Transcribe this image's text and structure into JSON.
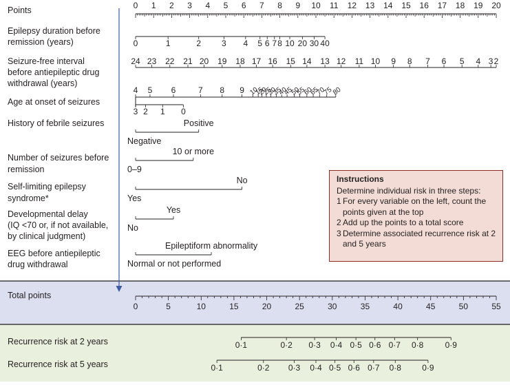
{
  "nomogram": {
    "rows": [
      {
        "key": "points",
        "label": [
          "Points"
        ]
      },
      {
        "key": "epilepsy_duration",
        "label": [
          "Epilepsy duration before",
          "remission (years)"
        ]
      },
      {
        "key": "seizure_free_interval",
        "label": [
          "Seizure-free interval",
          "before antiepileptic drug",
          "withdrawal (years)"
        ]
      },
      {
        "key": "age_at_onset",
        "label": [
          "Age at onset of seizures"
        ]
      },
      {
        "key": "febrile_seizures",
        "label": [
          "History of febrile seizures"
        ]
      },
      {
        "key": "number_of_seizures",
        "label": [
          "Number of seizures before",
          "remission"
        ]
      },
      {
        "key": "self_limiting",
        "label": [
          "Self-limiting epilepsy",
          "syndrome*"
        ]
      },
      {
        "key": "developmental_delay",
        "label": [
          "Developmental delay",
          "(IQ <70 or, if not available,",
          "by clinical judgment)"
        ]
      },
      {
        "key": "eeg",
        "label": [
          "EEG before antiepileptic",
          "drug  withdrawal"
        ]
      },
      {
        "key": "total_points",
        "label": [
          "Total points"
        ]
      },
      {
        "key": "risk_2y",
        "label": [
          "Recurrence risk at 2 years"
        ]
      },
      {
        "key": "risk_5y",
        "label": [
          "Recurrence risk at 5 years"
        ]
      }
    ],
    "points_scale": {
      "min": 0,
      "max": 20,
      "labels": [
        "0",
        "1",
        "2",
        "3",
        "4",
        "5",
        "6",
        "7",
        "8",
        "9",
        "10",
        "11",
        "12",
        "13",
        "14",
        "15",
        "16",
        "17",
        "18",
        "19",
        "20"
      ]
    },
    "epilepsy_duration_scale": [
      {
        "label": "0",
        "points": 0
      },
      {
        "label": "1",
        "points": 1.8
      },
      {
        "label": "2",
        "points": 3.5
      },
      {
        "label": "3",
        "points": 4.9
      },
      {
        "label": "4",
        "points": 6.1
      },
      {
        "label": "5",
        "points": 6.9
      },
      {
        "label": "6",
        "points": 7.3
      },
      {
        "label": "7",
        "points": 7.7
      },
      {
        "label": "8",
        "points": 8.0
      },
      {
        "label": "10",
        "points": 8.55
      },
      {
        "label": "20",
        "points": 9.25
      },
      {
        "label": "30",
        "points": 9.9
      },
      {
        "label": "40",
        "points": 10.5
      }
    ],
    "seizure_free_scale": [
      {
        "label": "24",
        "points": 0
      },
      {
        "label": "23",
        "points": 0.9
      },
      {
        "label": "22",
        "points": 1.9
      },
      {
        "label": "21",
        "points": 2.9
      },
      {
        "label": "20",
        "points": 3.8
      },
      {
        "label": "19",
        "points": 4.8
      },
      {
        "label": "18",
        "points": 5.8
      },
      {
        "label": "17",
        "points": 6.7
      },
      {
        "label": "16",
        "points": 7.6
      },
      {
        "label": "15",
        "points": 8.6
      },
      {
        "label": "14",
        "points": 9.5
      },
      {
        "label": "13",
        "points": 10.5
      },
      {
        "label": "12",
        "points": 11.4
      },
      {
        "label": "11",
        "points": 12.4
      },
      {
        "label": "10",
        "points": 13.3
      },
      {
        "label": "9",
        "points": 14.3
      },
      {
        "label": "8",
        "points": 15.2
      },
      {
        "label": "7",
        "points": 16.2
      },
      {
        "label": "6",
        "points": 17.1
      },
      {
        "label": "5",
        "points": 18.1
      },
      {
        "label": "4",
        "points": 19.0
      },
      {
        "label": "3",
        "points": 19.7
      },
      {
        "label": "2",
        "points": 20.0
      }
    ],
    "age_upper_scale": [
      {
        "label": "4",
        "points": 0
      },
      {
        "label": "5",
        "points": 0.8
      },
      {
        "label": "6",
        "points": 2.1
      },
      {
        "label": "7",
        "points": 3.6
      },
      {
        "label": "8",
        "points": 4.8
      },
      {
        "label": "9",
        "points": 5.9
      },
      {
        "label": "10",
        "points": 6.5
      },
      {
        "label": "15",
        "points": 6.8
      },
      {
        "label": "20",
        "points": 7.0
      },
      {
        "label": "25",
        "points": 7.25
      },
      {
        "label": "30",
        "points": 7.5
      },
      {
        "label": "35",
        "points": 7.8
      },
      {
        "label": "40",
        "points": 8.1
      },
      {
        "label": "45",
        "points": 8.4
      },
      {
        "label": "50",
        "points": 8.8
      },
      {
        "label": "55",
        "points": 9.1
      },
      {
        "label": "60",
        "points": 9.5
      },
      {
        "label": "65",
        "points": 9.85
      },
      {
        "label": "70",
        "points": 10.2
      },
      {
        "label": "75",
        "points": 10.6
      },
      {
        "label": "80",
        "points": 11.1
      }
    ],
    "age_lower_scale": [
      {
        "label": "3",
        "points": 0
      },
      {
        "label": "2",
        "points": 0.55
      },
      {
        "label": "1",
        "points": 1.5
      },
      {
        "label": "0",
        "points": 2.65
      }
    ],
    "febrile_scale": [
      {
        "label": "Negative",
        "points": 0
      },
      {
        "label": "Positive",
        "points": 3.5
      }
    ],
    "seizures_scale": [
      {
        "label": "0–9",
        "points": 0
      },
      {
        "label": "10 or more",
        "points": 3.2
      }
    ],
    "self_limiting_scale": [
      {
        "label": "Yes",
        "points": 0
      },
      {
        "label": "No",
        "points": 5.9
      }
    ],
    "developmental_scale": [
      {
        "label": "No",
        "points": 0
      },
      {
        "label": "Yes",
        "points": 2.1
      }
    ],
    "eeg_scale": [
      {
        "label": "Normal or not performed",
        "points": 0
      },
      {
        "label": "Epileptiform abnormality",
        "points": 4.2
      }
    ],
    "total_points_scale": {
      "min": 0,
      "max": 55,
      "labels": [
        "0",
        "5",
        "10",
        "15",
        "20",
        "25",
        "30",
        "35",
        "40",
        "45",
        "50",
        "55"
      ]
    },
    "risk_2y_scale": [
      {
        "label": "0·1",
        "total": 16.1
      },
      {
        "label": "0·2",
        "total": 23.0
      },
      {
        "label": "0·3",
        "total": 27.3
      },
      {
        "label": "0·4",
        "total": 30.6
      },
      {
        "label": "0·5",
        "total": 33.6
      },
      {
        "label": "0·6",
        "total": 36.5
      },
      {
        "label": "0·7",
        "total": 39.5
      },
      {
        "label": "0·8",
        "total": 43.0
      },
      {
        "label": "0·9",
        "total": 48.1
      }
    ],
    "risk_5y_scale": [
      {
        "label": "0·1",
        "total": 12.4
      },
      {
        "label": "0·2",
        "total": 19.5
      },
      {
        "label": "0·3",
        "total": 24.2
      },
      {
        "label": "0·4",
        "total": 27.5
      },
      {
        "label": "0·5",
        "total": 30.4
      },
      {
        "label": "0·6",
        "total": 33.3
      },
      {
        "label": "0·7",
        "total": 36.3
      },
      {
        "label": "0·8",
        "total": 39.6
      },
      {
        "label": "0·9",
        "total": 44.6
      }
    ]
  },
  "instructions": {
    "title": "Instructions",
    "intro": "Determine individual risk in three steps:",
    "steps": [
      {
        "num": "1",
        "text": "For every variable on the left, count the points given at the top"
      },
      {
        "num": "2",
        "text": "Add up the points to a total score"
      },
      {
        "num": "3",
        "text": "Determine associated recurrence risk at 2 and 5 years"
      }
    ]
  },
  "colors": {
    "ink": "#231f20",
    "total_band": "#dcdff0",
    "risk_band": "#e9f0de",
    "instructions_bg": "#f2dcd5",
    "instructions_border": "#8a2a22",
    "arrow": "#3b5ba3",
    "border": "#1a1a1a"
  }
}
